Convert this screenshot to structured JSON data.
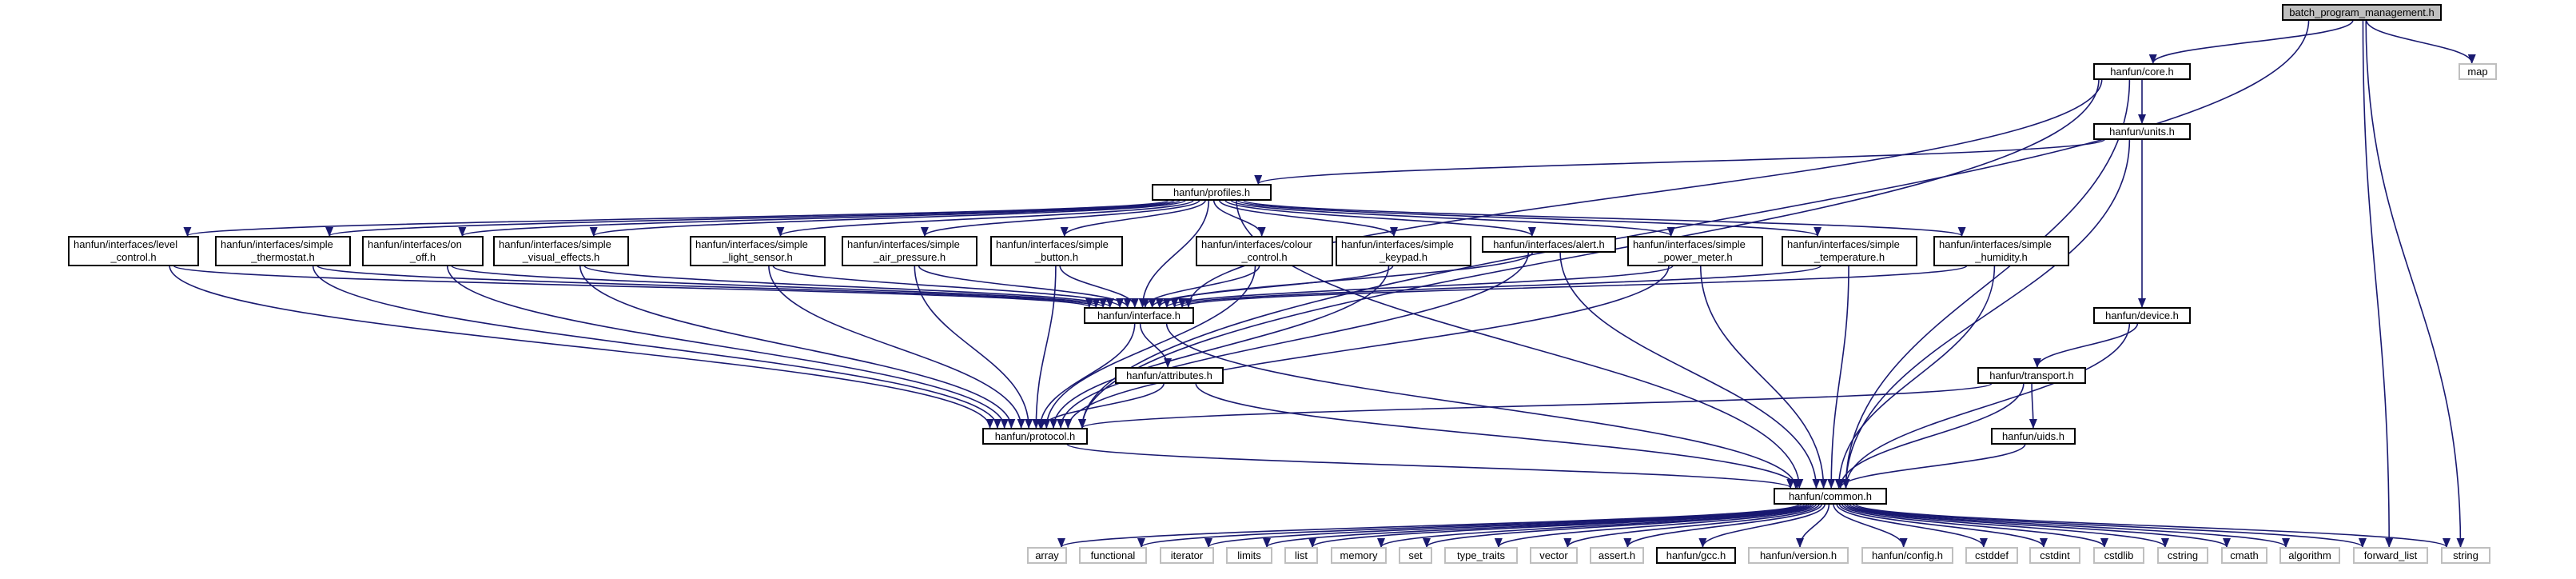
{
  "colors": {
    "edge": "#191970",
    "root_fill": "#bfbfbf",
    "node_border": "#000000",
    "system_border": "#bfbfbf"
  },
  "nodes": [
    {
      "id": "root",
      "lines": [
        "batch_program_management.h"
      ],
      "kind": "root"
    },
    {
      "id": "map",
      "lines": [
        "map"
      ],
      "kind": "sys"
    },
    {
      "id": "core",
      "lines": [
        "hanfun/core.h"
      ],
      "kind": "inc"
    },
    {
      "id": "units",
      "lines": [
        "hanfun/units.h"
      ],
      "kind": "inc"
    },
    {
      "id": "profiles",
      "lines": [
        "hanfun/profiles.h"
      ],
      "kind": "inc"
    },
    {
      "id": "level",
      "lines": [
        "hanfun/interfaces/level",
        "_control.h"
      ],
      "kind": "inc"
    },
    {
      "id": "thermo",
      "lines": [
        "hanfun/interfaces/simple",
        "_thermostat.h"
      ],
      "kind": "inc"
    },
    {
      "id": "onoff",
      "lines": [
        "hanfun/interfaces/on",
        "_off.h"
      ],
      "kind": "inc"
    },
    {
      "id": "visual",
      "lines": [
        "hanfun/interfaces/simple",
        "_visual_effects.h"
      ],
      "kind": "inc"
    },
    {
      "id": "light",
      "lines": [
        "hanfun/interfaces/simple",
        "_light_sensor.h"
      ],
      "kind": "inc"
    },
    {
      "id": "air",
      "lines": [
        "hanfun/interfaces/simple",
        "_air_pressure.h"
      ],
      "kind": "inc"
    },
    {
      "id": "button",
      "lines": [
        "hanfun/interfaces/simple",
        "_button.h"
      ],
      "kind": "inc"
    },
    {
      "id": "colour",
      "lines": [
        "hanfun/interfaces/colour",
        "_control.h"
      ],
      "kind": "inc"
    },
    {
      "id": "keypad",
      "lines": [
        "hanfun/interfaces/simple",
        "_keypad.h"
      ],
      "kind": "inc"
    },
    {
      "id": "alert",
      "lines": [
        "hanfun/interfaces/alert.h"
      ],
      "kind": "inc"
    },
    {
      "id": "power",
      "lines": [
        "hanfun/interfaces/simple",
        "_power_meter.h"
      ],
      "kind": "inc"
    },
    {
      "id": "temp",
      "lines": [
        "hanfun/interfaces/simple",
        "_temperature.h"
      ],
      "kind": "inc"
    },
    {
      "id": "humid",
      "lines": [
        "hanfun/interfaces/simple",
        "_humidity.h"
      ],
      "kind": "inc"
    },
    {
      "id": "iface",
      "lines": [
        "hanfun/interface.h"
      ],
      "kind": "inc"
    },
    {
      "id": "attrs",
      "lines": [
        "hanfun/attributes.h"
      ],
      "kind": "inc"
    },
    {
      "id": "protocol",
      "lines": [
        "hanfun/protocol.h"
      ],
      "kind": "inc"
    },
    {
      "id": "device",
      "lines": [
        "hanfun/device.h"
      ],
      "kind": "inc"
    },
    {
      "id": "transport",
      "lines": [
        "hanfun/transport.h"
      ],
      "kind": "inc"
    },
    {
      "id": "uids",
      "lines": [
        "hanfun/uids.h"
      ],
      "kind": "inc"
    },
    {
      "id": "common",
      "lines": [
        "hanfun/common.h"
      ],
      "kind": "inc"
    },
    {
      "id": "array",
      "lines": [
        "array"
      ],
      "kind": "sys"
    },
    {
      "id": "functional",
      "lines": [
        "functional"
      ],
      "kind": "sys"
    },
    {
      "id": "iterator",
      "lines": [
        "iterator"
      ],
      "kind": "sys"
    },
    {
      "id": "limits",
      "lines": [
        "limits"
      ],
      "kind": "sys"
    },
    {
      "id": "list",
      "lines": [
        "list"
      ],
      "kind": "sys"
    },
    {
      "id": "memory",
      "lines": [
        "memory"
      ],
      "kind": "sys"
    },
    {
      "id": "set",
      "lines": [
        "set"
      ],
      "kind": "sys"
    },
    {
      "id": "typetraits",
      "lines": [
        "type_traits"
      ],
      "kind": "sys"
    },
    {
      "id": "vector",
      "lines": [
        "vector"
      ],
      "kind": "sys"
    },
    {
      "id": "assert",
      "lines": [
        "assert.h"
      ],
      "kind": "sys"
    },
    {
      "id": "gcc",
      "lines": [
        "hanfun/gcc.h"
      ],
      "kind": "inc"
    },
    {
      "id": "version",
      "lines": [
        "hanfun/version.h"
      ],
      "kind": "sys"
    },
    {
      "id": "config",
      "lines": [
        "hanfun/config.h"
      ],
      "kind": "sys"
    },
    {
      "id": "cstddef",
      "lines": [
        "cstddef"
      ],
      "kind": "sys"
    },
    {
      "id": "cstdint",
      "lines": [
        "cstdint"
      ],
      "kind": "sys"
    },
    {
      "id": "cstdlib",
      "lines": [
        "cstdlib"
      ],
      "kind": "sys"
    },
    {
      "id": "cstring",
      "lines": [
        "cstring"
      ],
      "kind": "sys"
    },
    {
      "id": "cmath",
      "lines": [
        "cmath"
      ],
      "kind": "sys"
    },
    {
      "id": "algorithm",
      "lines": [
        "algorithm"
      ],
      "kind": "sys"
    },
    {
      "id": "fwdlist",
      "lines": [
        "forward_list"
      ],
      "kind": "sys"
    },
    {
      "id": "string",
      "lines": [
        "string"
      ],
      "kind": "sys"
    }
  ],
  "edges": [
    [
      "root",
      "core"
    ],
    [
      "root",
      "map"
    ],
    [
      "root",
      "protocol"
    ],
    [
      "root",
      "fwdlist"
    ],
    [
      "root",
      "string"
    ],
    [
      "core",
      "units"
    ],
    [
      "core",
      "iface"
    ],
    [
      "core",
      "protocol"
    ],
    [
      "core",
      "common"
    ],
    [
      "units",
      "profiles"
    ],
    [
      "units",
      "device"
    ],
    [
      "units",
      "common"
    ],
    [
      "profiles",
      "level"
    ],
    [
      "profiles",
      "thermo"
    ],
    [
      "profiles",
      "onoff"
    ],
    [
      "profiles",
      "visual"
    ],
    [
      "profiles",
      "light"
    ],
    [
      "profiles",
      "air"
    ],
    [
      "profiles",
      "button"
    ],
    [
      "profiles",
      "colour"
    ],
    [
      "profiles",
      "keypad"
    ],
    [
      "profiles",
      "alert"
    ],
    [
      "profiles",
      "power"
    ],
    [
      "profiles",
      "temp"
    ],
    [
      "profiles",
      "humid"
    ],
    [
      "profiles",
      "iface"
    ],
    [
      "profiles",
      "common"
    ],
    [
      "level",
      "iface"
    ],
    [
      "level",
      "protocol"
    ],
    [
      "thermo",
      "iface"
    ],
    [
      "thermo",
      "protocol"
    ],
    [
      "onoff",
      "iface"
    ],
    [
      "onoff",
      "protocol"
    ],
    [
      "visual",
      "iface"
    ],
    [
      "visual",
      "protocol"
    ],
    [
      "light",
      "iface"
    ],
    [
      "light",
      "protocol"
    ],
    [
      "air",
      "iface"
    ],
    [
      "air",
      "protocol"
    ],
    [
      "button",
      "iface"
    ],
    [
      "button",
      "protocol"
    ],
    [
      "colour",
      "iface"
    ],
    [
      "colour",
      "protocol"
    ],
    [
      "keypad",
      "iface"
    ],
    [
      "keypad",
      "protocol"
    ],
    [
      "alert",
      "iface"
    ],
    [
      "alert",
      "protocol"
    ],
    [
      "alert",
      "common"
    ],
    [
      "power",
      "iface"
    ],
    [
      "power",
      "protocol"
    ],
    [
      "power",
      "common"
    ],
    [
      "temp",
      "iface"
    ],
    [
      "temp",
      "common"
    ],
    [
      "humid",
      "iface"
    ],
    [
      "humid",
      "common"
    ],
    [
      "iface",
      "attrs"
    ],
    [
      "iface",
      "protocol"
    ],
    [
      "iface",
      "common"
    ],
    [
      "attrs",
      "protocol"
    ],
    [
      "attrs",
      "common"
    ],
    [
      "protocol",
      "common"
    ],
    [
      "device",
      "transport"
    ],
    [
      "device",
      "common"
    ],
    [
      "transport",
      "protocol"
    ],
    [
      "transport",
      "uids"
    ],
    [
      "transport",
      "common"
    ],
    [
      "uids",
      "common"
    ],
    [
      "common",
      "array"
    ],
    [
      "common",
      "functional"
    ],
    [
      "common",
      "iterator"
    ],
    [
      "common",
      "limits"
    ],
    [
      "common",
      "list"
    ],
    [
      "common",
      "memory"
    ],
    [
      "common",
      "set"
    ],
    [
      "common",
      "typetraits"
    ],
    [
      "common",
      "vector"
    ],
    [
      "common",
      "assert"
    ],
    [
      "common",
      "gcc"
    ],
    [
      "common",
      "version"
    ],
    [
      "common",
      "config"
    ],
    [
      "common",
      "cstddef"
    ],
    [
      "common",
      "cstdint"
    ],
    [
      "common",
      "cstdlib"
    ],
    [
      "common",
      "cstring"
    ],
    [
      "common",
      "cmath"
    ],
    [
      "common",
      "algorithm"
    ],
    [
      "common",
      "fwdlist"
    ],
    [
      "common",
      "string"
    ]
  ]
}
